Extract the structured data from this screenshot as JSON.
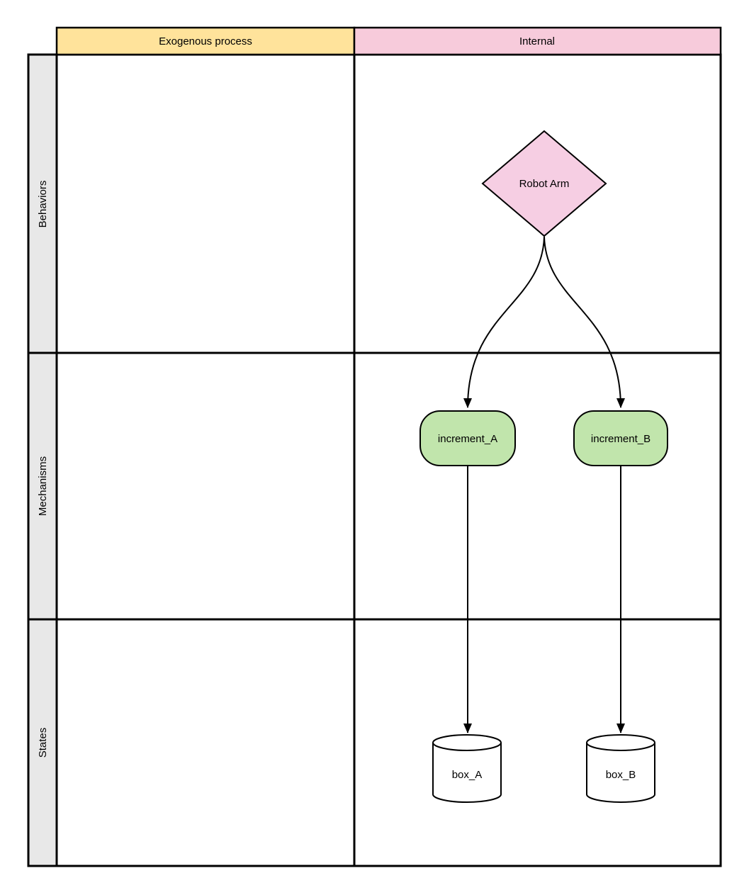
{
  "diagram": {
    "title": "swimlane-flow-diagram",
    "columns": [
      {
        "id": "exogenous",
        "label": "Exogenous process",
        "color": "#ffe39b"
      },
      {
        "id": "internal",
        "label": "Internal",
        "color": "#f7cbdb"
      }
    ],
    "rows": [
      {
        "id": "behaviors",
        "label": "Behaviors",
        "color": "#e8e8e8"
      },
      {
        "id": "mechanisms",
        "label": "Mechanisms",
        "color": "#e8e8e8"
      },
      {
        "id": "states",
        "label": "States",
        "color": "#e8e8e8"
      }
    ],
    "nodes": {
      "robot_arm": {
        "label": "Robot Arm",
        "shape": "diamond",
        "color": "#f6cee3",
        "lane_row": "Behaviors",
        "lane_col": "Internal"
      },
      "increment_a": {
        "label": "increment_A",
        "shape": "rounded-rect",
        "color": "#c1e5ac",
        "lane_row": "Mechanisms",
        "lane_col": "Internal"
      },
      "increment_b": {
        "label": "increment_B",
        "shape": "rounded-rect",
        "color": "#c1e5ac",
        "lane_row": "Mechanisms",
        "lane_col": "Internal"
      },
      "box_a": {
        "label": "box_A",
        "shape": "cylinder",
        "color": "#ffffff",
        "lane_row": "States",
        "lane_col": "Internal"
      },
      "box_b": {
        "label": "box_B",
        "shape": "cylinder",
        "color": "#ffffff",
        "lane_row": "States",
        "lane_col": "Internal"
      }
    },
    "edges": [
      {
        "from": "robot_arm",
        "to": "increment_a",
        "style": "curved",
        "arrowhead": "solid-triangle"
      },
      {
        "from": "robot_arm",
        "to": "increment_b",
        "style": "curved",
        "arrowhead": "solid-triangle"
      },
      {
        "from": "increment_a",
        "to": "box_a",
        "style": "straight",
        "arrowhead": "solid-triangle"
      },
      {
        "from": "increment_b",
        "to": "box_b",
        "style": "straight",
        "arrowhead": "solid-triangle"
      }
    ],
    "line_color": "#000000",
    "cell_color": "#ffffff"
  }
}
